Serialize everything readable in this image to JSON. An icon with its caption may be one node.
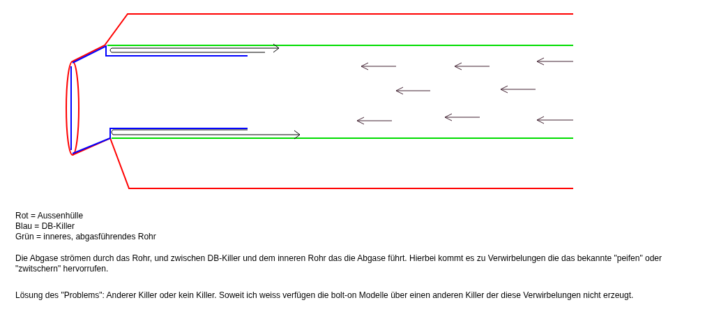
{
  "diagram": {
    "labels": [
      "Rot = Aussenhülle",
      "Blau = DB-Killer",
      "Grün = inneres, abgasführendes Rohr",
      "Die Abgase strömen durch das Rohr, und zwischen DB-Killer und dem inneren Rohr das die Abgase führt. Hierbei kommt es zu Verwirbelungen die das bekannte \"peifen\" oder \"zwitschern\" hervorrufen.",
      "Lösung des \"Problems\": Anderer Killer oder kein Killer. Soweit ich weiss verfügen die bolt-on Modelle über einen anderen Killer der diese Verwirbelungen nicht erzeugt."
    ]
  }
}
